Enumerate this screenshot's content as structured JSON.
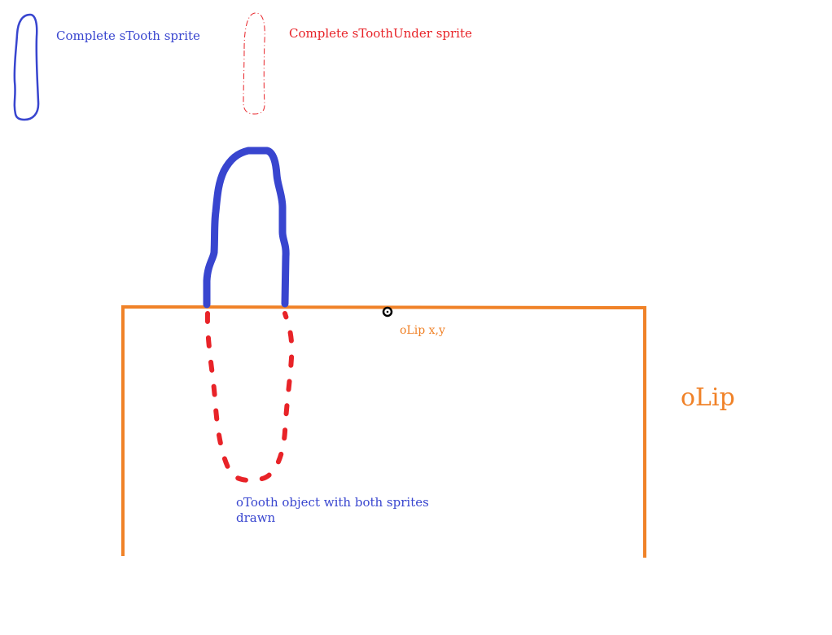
{
  "colors": {
    "tooth_blue": "#3845cf",
    "under_red": "#e82328",
    "lip_orange": "#f08228",
    "point_black": "#000000",
    "background": "#ffffff"
  },
  "labels": {
    "stooth_sprite": "Complete sTooth sprite",
    "stoothunder_sprite": "Complete sToothUnder sprite",
    "olip_xy": "oLip x,y",
    "olip": "oLip",
    "otooth_object": "oTooth object with both sprites drawn"
  }
}
